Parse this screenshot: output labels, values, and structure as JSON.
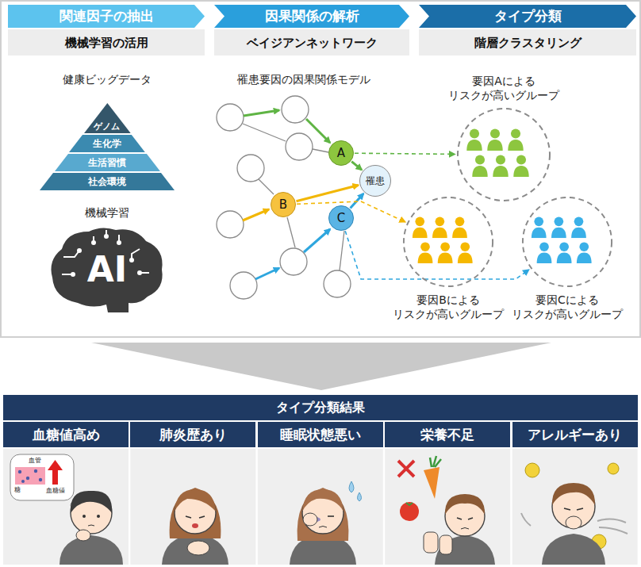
{
  "diagram": {
    "nodes": [
      {
        "text": [
          "関連因子の抽出"
        ]
      },
      {
        "text": [
          "機械学習の活用"
        ]
      },
      {
        "text": [
          "因果関係の解析"
        ]
      },
      {
        "text": [
          "ベイジアンネットワーク"
        ]
      },
      {
        "text": [
          "タイプ分類"
        ]
      },
      {
        "text": [
          "階層クラスタリング"
        ]
      },
      {
        "text": [
          "ゲノム"
        ]
      },
      {
        "text": [
          "生化学"
        ]
      },
      {
        "text": [
          "生活習慣"
        ]
      },
      {
        "text": [
          "社会環境"
        ]
      },
      {
        "text": [
          "AI"
        ]
      },
      {
        "text": [
          "A"
        ]
      },
      {
        "text": [
          "B"
        ]
      },
      {
        "text": [
          "C"
        ]
      },
      {
        "text": [
          "罹患"
        ]
      },
      {
        "text": [
          "要因Aによる リスクが高いグループ"
        ]
      },
      {
        "text": [
          "要因Bによる リスクが高いグループ"
        ]
      },
      {
        "text": [
          "要因Cによる リスクが高いグループ"
        ]
      },
      {
        "text": [
          "タイプ分類結果"
        ]
      },
      {
        "text": [
          "血糖値高め"
        ]
      },
      {
        "text": [
          "肺炎歴あり"
        ]
      },
      {
        "text": [
          "睡眠状態悪い"
        ]
      },
      {
        "text": [
          "栄養不足"
        ]
      },
      {
        "text": [
          "アレルギーあり"
        ]
      }
    ],
    "edges": [
      {
        "from": 11,
        "to": 14,
        "arrow": "to"
      },
      {
        "from": 12,
        "to": 14,
        "arrow": "to"
      },
      {
        "from": 13,
        "to": 14,
        "arrow": "to"
      },
      {
        "from": 11,
        "to": 15,
        "arrow": "to"
      },
      {
        "from": 12,
        "to": 16,
        "arrow": "to"
      },
      {
        "from": 13,
        "to": 17,
        "arrow": "to"
      }
    ],
    "labels": [
      "健康ビッグデータ",
      "機械学習",
      "罹患要因の因果関係モデル",
      "血管",
      "血糖値",
      "糖"
    ]
  }
}
